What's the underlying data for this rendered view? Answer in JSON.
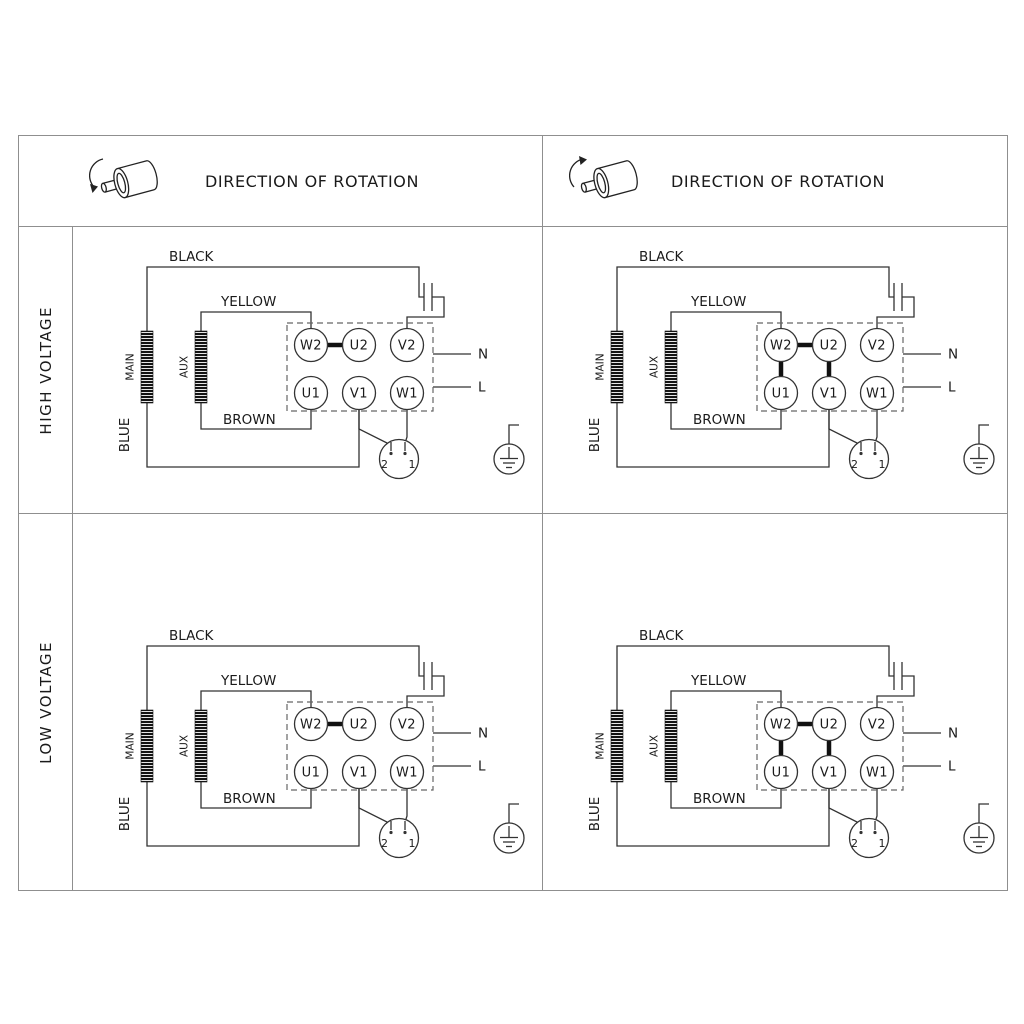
{
  "header": {
    "left": {
      "label": "DIRECTION OF ROTATION",
      "icon": "motor-rotation-ccw"
    },
    "right": {
      "label": "DIRECTION OF ROTATION",
      "icon": "motor-rotation-cw"
    }
  },
  "rows": [
    {
      "label": "HIGH VOLTAGE"
    },
    {
      "label": "LOW VOLTAGE"
    }
  ],
  "diagram": {
    "labels": {
      "black": "BLACK",
      "yellow": "YELLOW",
      "brown": "BROWN",
      "blue": "BLUE",
      "main": "MAIN",
      "aux": "AUX",
      "neutral": "N",
      "line": "L",
      "plug_left": "2",
      "plug_right": "1"
    },
    "terminals": {
      "top": [
        "W2",
        "U2",
        "V2"
      ],
      "bottom": [
        "U1",
        "V1",
        "W1"
      ]
    },
    "icons": {
      "ground": "earth-ground-icon",
      "capacitor": "capacitor-icon",
      "plug": "plug-switch-icon"
    }
  },
  "colors": {
    "background": "#ffffff",
    "wire": "#333333",
    "border": "#8f8f8f",
    "text": "#1a1a1a"
  }
}
